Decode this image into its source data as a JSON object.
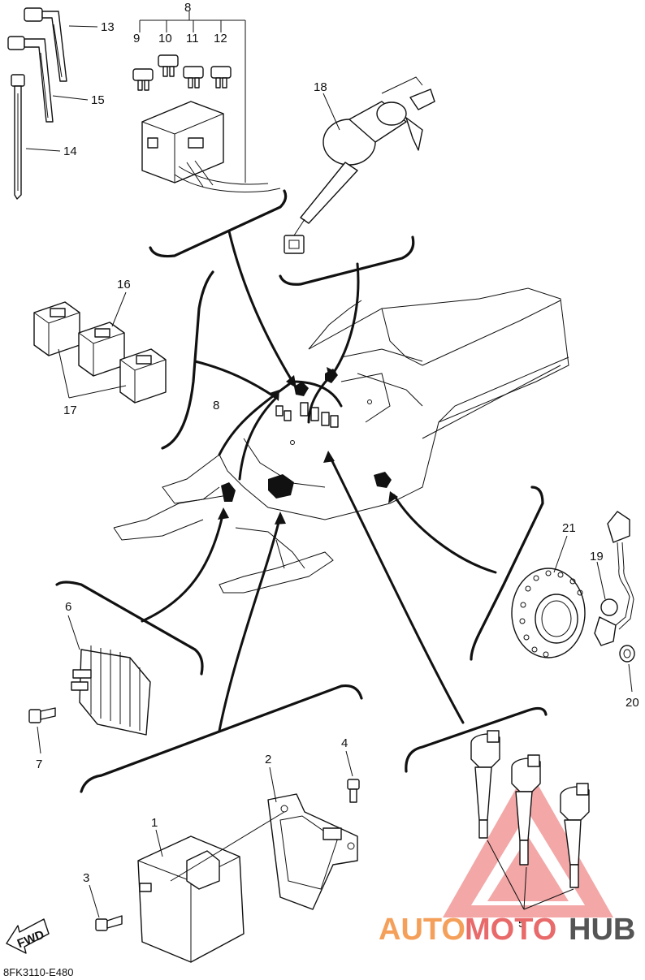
{
  "callouts": {
    "c1": "1",
    "c2": "2",
    "c3": "3",
    "c4": "4",
    "c5": "5",
    "c6": "6",
    "c7": "7",
    "c8_top": "8",
    "c8_mid": "8",
    "c9": "9",
    "c10": "10",
    "c11": "11",
    "c12": "12",
    "c13": "13",
    "c14": "14",
    "c15": "15",
    "c16": "16",
    "c17": "17",
    "c18": "18",
    "c19": "19",
    "c20": "20",
    "c21": "21"
  },
  "fwd_label": "FWD",
  "diagram_code": "8FK3110-E480",
  "watermark": {
    "part1": "AUTO",
    "part2": "MOTO",
    "part3": "HUB",
    "color_primary": "#f5a05a",
    "color_secondary": "#e86a6a",
    "color_dark": "#555555"
  }
}
